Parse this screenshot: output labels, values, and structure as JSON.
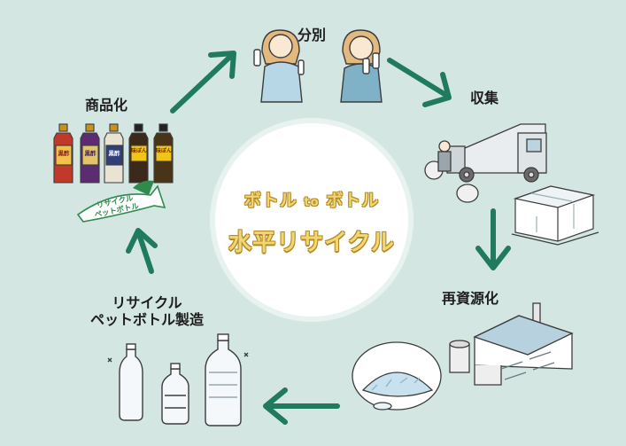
{
  "center": {
    "line1_a": "ボトル",
    "line1_small": "to",
    "line1_b": "ボトル",
    "line2": "水平リサイクル"
  },
  "stages": {
    "sorting": "分別",
    "collection": "収集",
    "recycling": "再資源化",
    "manufacturing_line1": "リサイクル",
    "manufacturing_line2": "ペットボトル製造",
    "product": "商品化"
  },
  "badge": {
    "line1": "リサイクル",
    "line2": "ペットボトル"
  },
  "bottles": [
    {
      "label": "黒酢",
      "cap": "#c8921f",
      "body": "#c0392b"
    },
    {
      "label": "黒酢",
      "cap": "#c8921f",
      "body": "#5b2c6f"
    },
    {
      "label": "黒酢",
      "cap": "#c8921f",
      "body": "#e8e3d3"
    },
    {
      "label": "味ぽん",
      "cap": "#222222",
      "body": "#3b2a1a"
    },
    {
      "label": "味ぽん",
      "cap": "#222222",
      "body": "#4a3418"
    }
  ],
  "colors": {
    "background": "#d3e6e1",
    "arrow": "#1f7a5e",
    "title_fill": "#f3d673",
    "title_outline": "#b08a26",
    "badge_green": "#2f8a4d"
  }
}
